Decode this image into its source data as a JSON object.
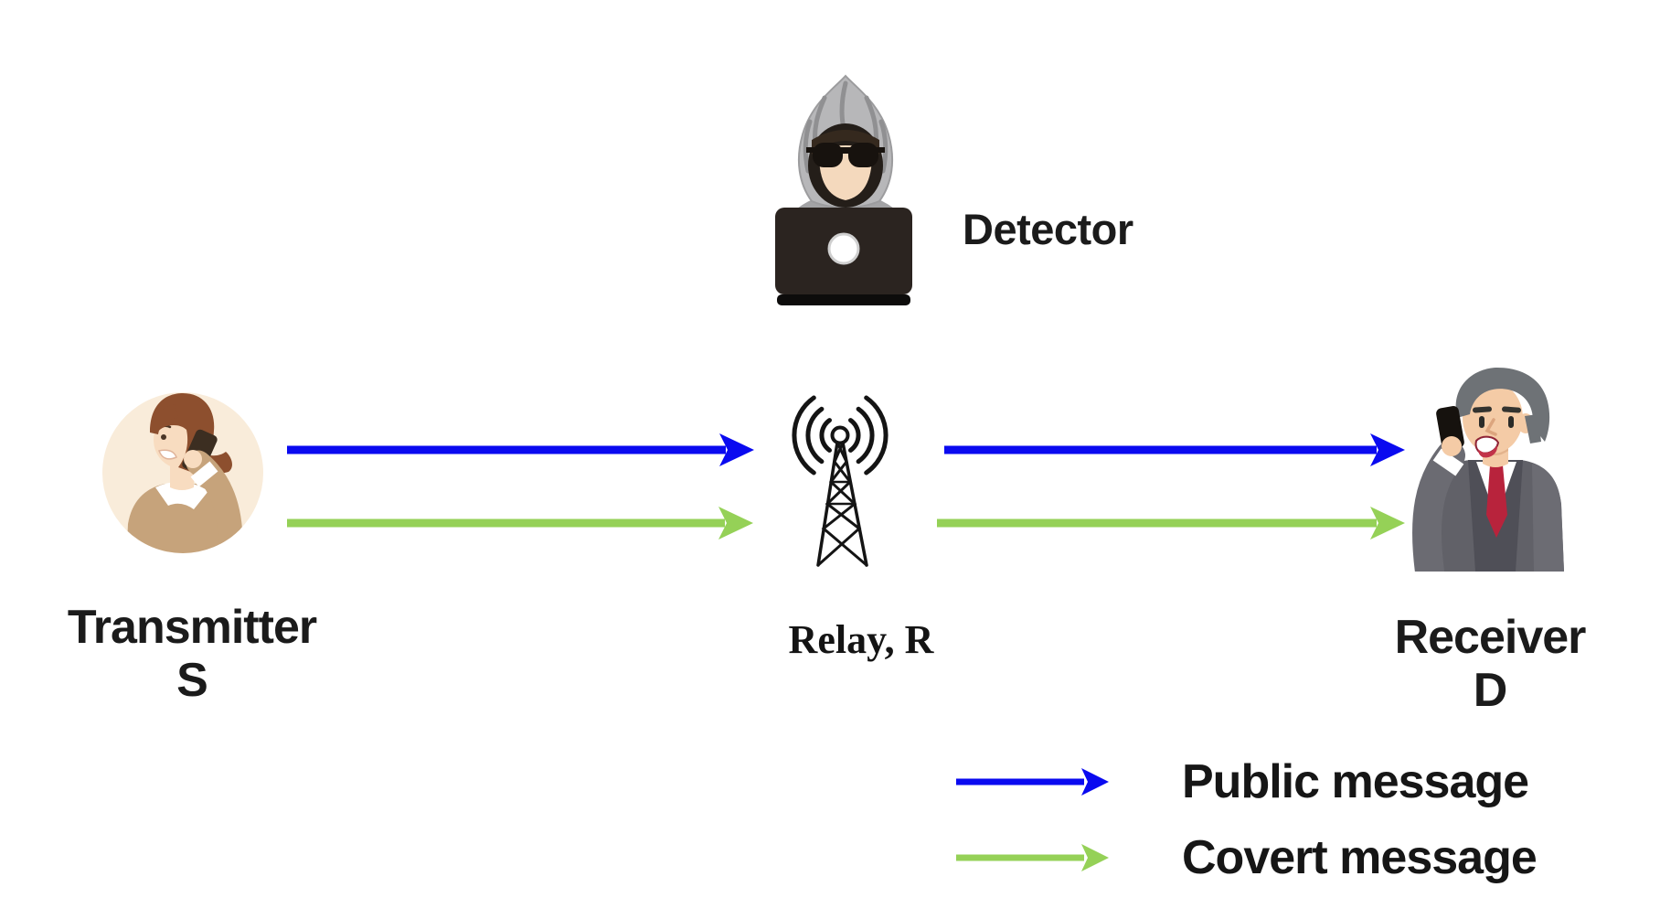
{
  "colors": {
    "public_message": "#0a0af0",
    "covert_message": "#95d157",
    "label_text": "#1b1b1b"
  },
  "nodes": {
    "detector": {
      "label": "Detector",
      "icon": "hooded-hacker-with-laptop"
    },
    "transmitter": {
      "name": "Transmitter",
      "id": "S",
      "icon": "woman-talking-on-phone"
    },
    "relay": {
      "label": "Relay, R",
      "icon": "radio-antenna-tower"
    },
    "receiver": {
      "name": "Receiver",
      "id": "D",
      "icon": "businessman-talking-on-phone"
    }
  },
  "arrows": [
    {
      "from": "Transmitter S",
      "to": "Relay R",
      "type": "public"
    },
    {
      "from": "Transmitter S",
      "to": "Relay R",
      "type": "covert"
    },
    {
      "from": "Relay R",
      "to": "Receiver D",
      "type": "public"
    },
    {
      "from": "Relay R",
      "to": "Receiver D",
      "type": "covert"
    }
  ],
  "legend": {
    "public_label": "Public message",
    "covert_label": "Covert message"
  }
}
